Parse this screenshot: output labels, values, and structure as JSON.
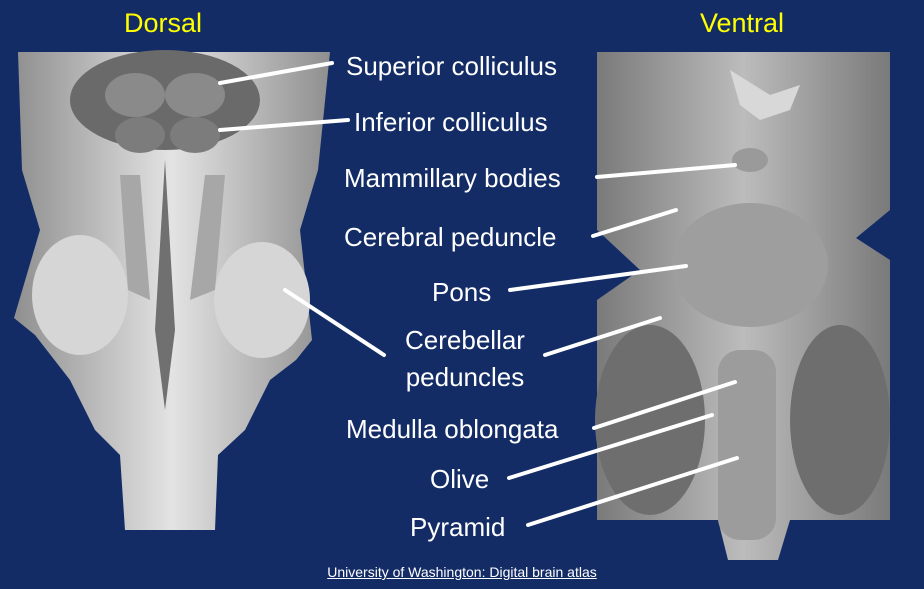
{
  "colors": {
    "background": "#142c66",
    "title": "#ffff00",
    "label": "#ffffff",
    "leader_line": "#ffffff",
    "tissue": "#bdbdbd"
  },
  "titles": {
    "dorsal": "Dorsal",
    "ventral": "Ventral"
  },
  "labels": {
    "superior_colliculus": "Superior colliculus",
    "inferior_colliculus": "Inferior colliculus",
    "mammillary_bodies": "Mammillary bodies",
    "cerebral_peduncle": "Cerebral peduncle",
    "pons": "Pons",
    "cerebellar_peduncles_line1": "Cerebellar",
    "cerebellar_peduncles_line2": "peduncles",
    "medulla_oblongata": "Medulla oblongata",
    "olive": "Olive",
    "pyramid": "Pyramid"
  },
  "credit": "University of Washington: Digital brain atlas"
}
